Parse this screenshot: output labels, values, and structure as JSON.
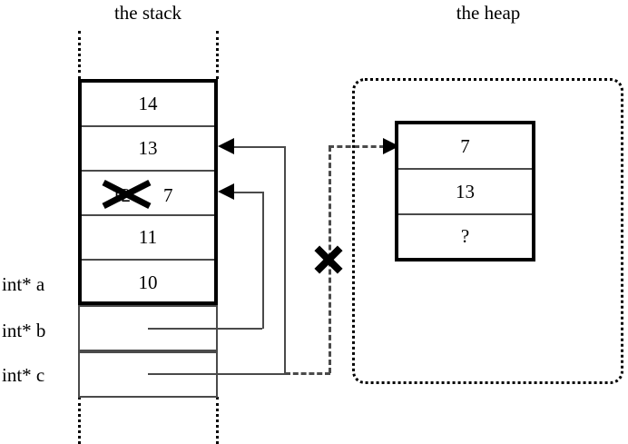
{
  "diagram": {
    "stack": {
      "title": "the stack",
      "cells": [
        {
          "value": "14",
          "struck": false
        },
        {
          "value": "13",
          "struck": false
        },
        {
          "value": "12",
          "struck": true,
          "replacement": "7"
        },
        {
          "value": "11",
          "struck": false
        },
        {
          "value": "10",
          "struck": false
        }
      ],
      "variables": [
        {
          "label": "int* a"
        },
        {
          "label": "int* b"
        },
        {
          "label": "int* c"
        }
      ]
    },
    "heap": {
      "title": "the heap",
      "cells": [
        {
          "value": "7"
        },
        {
          "value": "13"
        },
        {
          "value": "?"
        }
      ]
    },
    "annotations": {
      "invalidation_mark": "x-cross",
      "struck_value_mark": "x-cross"
    },
    "colors": {
      "stroke": "#000000",
      "thin_stroke": "#4a4a4a",
      "background": "#ffffff"
    }
  }
}
